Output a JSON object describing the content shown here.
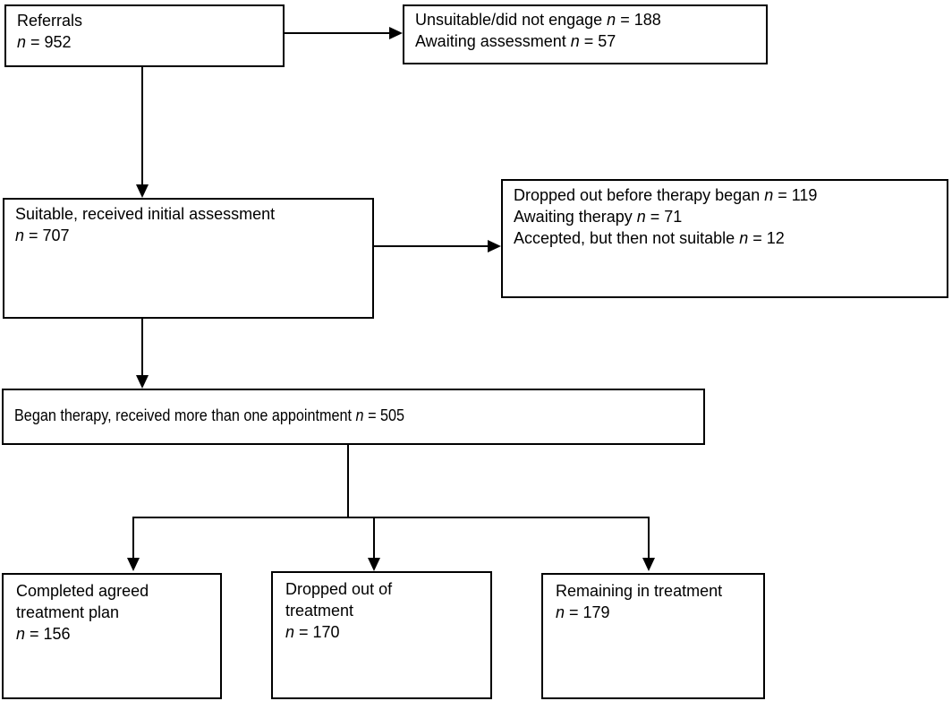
{
  "colors": {
    "background": "#ffffff",
    "box_border": "#000000",
    "arrow": "#000000",
    "text": "#000000"
  },
  "boxes": {
    "referrals": {
      "n_values": [
        952
      ],
      "lines": [
        {
          "pre": "Referrals",
          "it": "",
          "post": ""
        },
        {
          "pre": "",
          "it": "n",
          "post": " = 952"
        }
      ]
    },
    "unsuitable": {
      "n_values": [
        188,
        57
      ],
      "lines": [
        {
          "pre": "Unsuitable/did not engage ",
          "it": "n",
          "post": " = 188"
        },
        {
          "pre": "Awaiting assessment ",
          "it": "n",
          "post": " = 57"
        }
      ]
    },
    "suitable": {
      "n_values": [
        707
      ],
      "lines": [
        {
          "pre": "Suitable, received initial assessment",
          "it": "",
          "post": ""
        },
        {
          "pre": "",
          "it": "n",
          "post": " = 707"
        }
      ]
    },
    "dropped_before": {
      "n_values": [
        119,
        71,
        12
      ],
      "lines": [
        {
          "pre": "Dropped out before therapy began ",
          "it": "n",
          "post": " = 119"
        },
        {
          "pre": "Awaiting therapy ",
          "it": "n",
          "post": " = 71"
        },
        {
          "pre": "Accepted, but then not suitable ",
          "it": "n",
          "post": " = 12"
        }
      ]
    },
    "began": {
      "n_values": [
        505
      ],
      "lines": [
        {
          "pre": "Began therapy, received more than one appointment ",
          "it": "n",
          "post": " = 505"
        }
      ]
    },
    "completed": {
      "n_values": [
        156
      ],
      "lines": [
        {
          "pre": "Completed agreed",
          "it": "",
          "post": ""
        },
        {
          "pre": "treatment plan",
          "it": "",
          "post": ""
        },
        {
          "pre": "",
          "it": "n",
          "post": " = 156"
        }
      ]
    },
    "dropped_out": {
      "n_values": [
        170
      ],
      "lines": [
        {
          "pre": "Dropped out of",
          "it": "",
          "post": ""
        },
        {
          "pre": "treatment",
          "it": "",
          "post": ""
        },
        {
          "pre": "",
          "it": "n",
          "post": " = 170"
        }
      ]
    },
    "remaining": {
      "n_values": [
        179
      ],
      "lines": [
        {
          "pre": "Remaining in treatment",
          "it": "",
          "post": ""
        },
        {
          "pre": "",
          "it": "n",
          "post": " = 179"
        }
      ]
    }
  },
  "edges": [
    {
      "from": "referrals",
      "to": "unsuitable"
    },
    {
      "from": "referrals",
      "to": "suitable"
    },
    {
      "from": "suitable",
      "to": "dropped_before"
    },
    {
      "from": "suitable",
      "to": "began"
    },
    {
      "from": "began",
      "to": "completed"
    },
    {
      "from": "began",
      "to": "dropped_out"
    },
    {
      "from": "began",
      "to": "remaining"
    }
  ]
}
